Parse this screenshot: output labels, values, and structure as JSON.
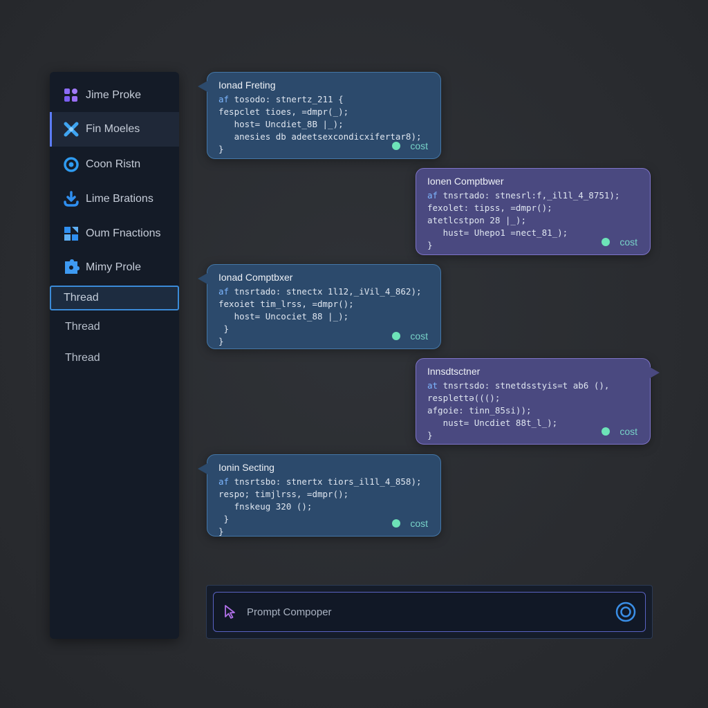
{
  "sidebar": {
    "items": [
      {
        "label": "Jime Proke",
        "icon": "grid-apps-icon",
        "color": "#8b6cf6"
      },
      {
        "label": "Fin Moeles",
        "icon": "cross-tools-icon",
        "color": "#3fa4f0"
      },
      {
        "label": "Coon Ristn",
        "icon": "target-icon",
        "color": "#2f9bf0"
      },
      {
        "label": "Lime Brations",
        "icon": "download-icon",
        "color": "#2f8ff0"
      },
      {
        "label": "Oum Fnactions",
        "icon": "puzzle-blocks-icon",
        "color": "#2f8ff0"
      },
      {
        "label": "Mimy Prole",
        "icon": "puzzle-piece-icon",
        "color": "#3e9af2"
      }
    ],
    "threads": [
      "Thread",
      "Thread",
      "Thread"
    ]
  },
  "messages": [
    {
      "title": "Ionad Freting",
      "lines": [
        {
          "kw": "af",
          "text": " tosodo: stnertz_211 {"
        },
        {
          "kw": "",
          "text": "fespclet tioes, =dmpr(_);"
        },
        {
          "kw": "",
          "text": "   host= Uncdiet_8B |_);"
        },
        {
          "kw": "",
          "text": "   anesies db adeetsexcondicxifertar8);"
        },
        {
          "kw": "",
          "text": "}"
        }
      ],
      "cost": "cost"
    },
    {
      "title": "Ionen Comptbwer",
      "lines": [
        {
          "kw": "af",
          "text": " tnsrtado: stnesrl:f,_il1l_4_8751);"
        },
        {
          "kw": "",
          "text": "fexolet: tipss, =dmpr();"
        },
        {
          "kw": "",
          "text": "atetlcstpon 28 |_);"
        },
        {
          "kw": "",
          "text": "   hust= Uhepo1 =nect_81_);"
        },
        {
          "kw": "",
          "text": "}"
        }
      ],
      "cost": "cost"
    },
    {
      "title": "Ionad Comptbxer",
      "lines": [
        {
          "kw": "af",
          "text": " tnsrtado: stnectx 1l12,_iVil_4_862);"
        },
        {
          "kw": "",
          "text": "fexoiet tim_lrss, =dmpr();"
        },
        {
          "kw": "",
          "text": "   host= Uncociet_88 |_);"
        },
        {
          "kw": "",
          "text": " }"
        },
        {
          "kw": "",
          "text": "}"
        }
      ],
      "cost": "cost"
    },
    {
      "title": "Innsdtsctner",
      "lines": [
        {
          "kw": "at",
          "text": " tnsrtsdo: stnetdsstyis=t ab6 (),"
        },
        {
          "kw": "",
          "text": "resplettə((();"
        },
        {
          "kw": "",
          "text": "afgoie: tinn_85si));"
        },
        {
          "kw": "",
          "text": "   nust= Uncdiet 88t_l_);"
        },
        {
          "kw": "",
          "text": "}"
        }
      ],
      "cost": "cost"
    },
    {
      "title": "Ionin Secting",
      "lines": [
        {
          "kw": "af",
          "text": " tnsrtsbo: stnertx tiors_il1l_4_858);"
        },
        {
          "kw": "",
          "text": "respo; timjlrss, =dmpr();"
        },
        {
          "kw": "",
          "text": "   fnskeug 320 ();"
        },
        {
          "kw": "",
          "text": " }"
        },
        {
          "kw": "",
          "text": "}"
        }
      ],
      "cost": "cost"
    }
  ],
  "composer": {
    "placeholder": "Prompt Compoper",
    "cursor_icon": "pointer-cursor-icon",
    "action_icon": "record-circle-icon",
    "accent": "#3a8ee6"
  }
}
